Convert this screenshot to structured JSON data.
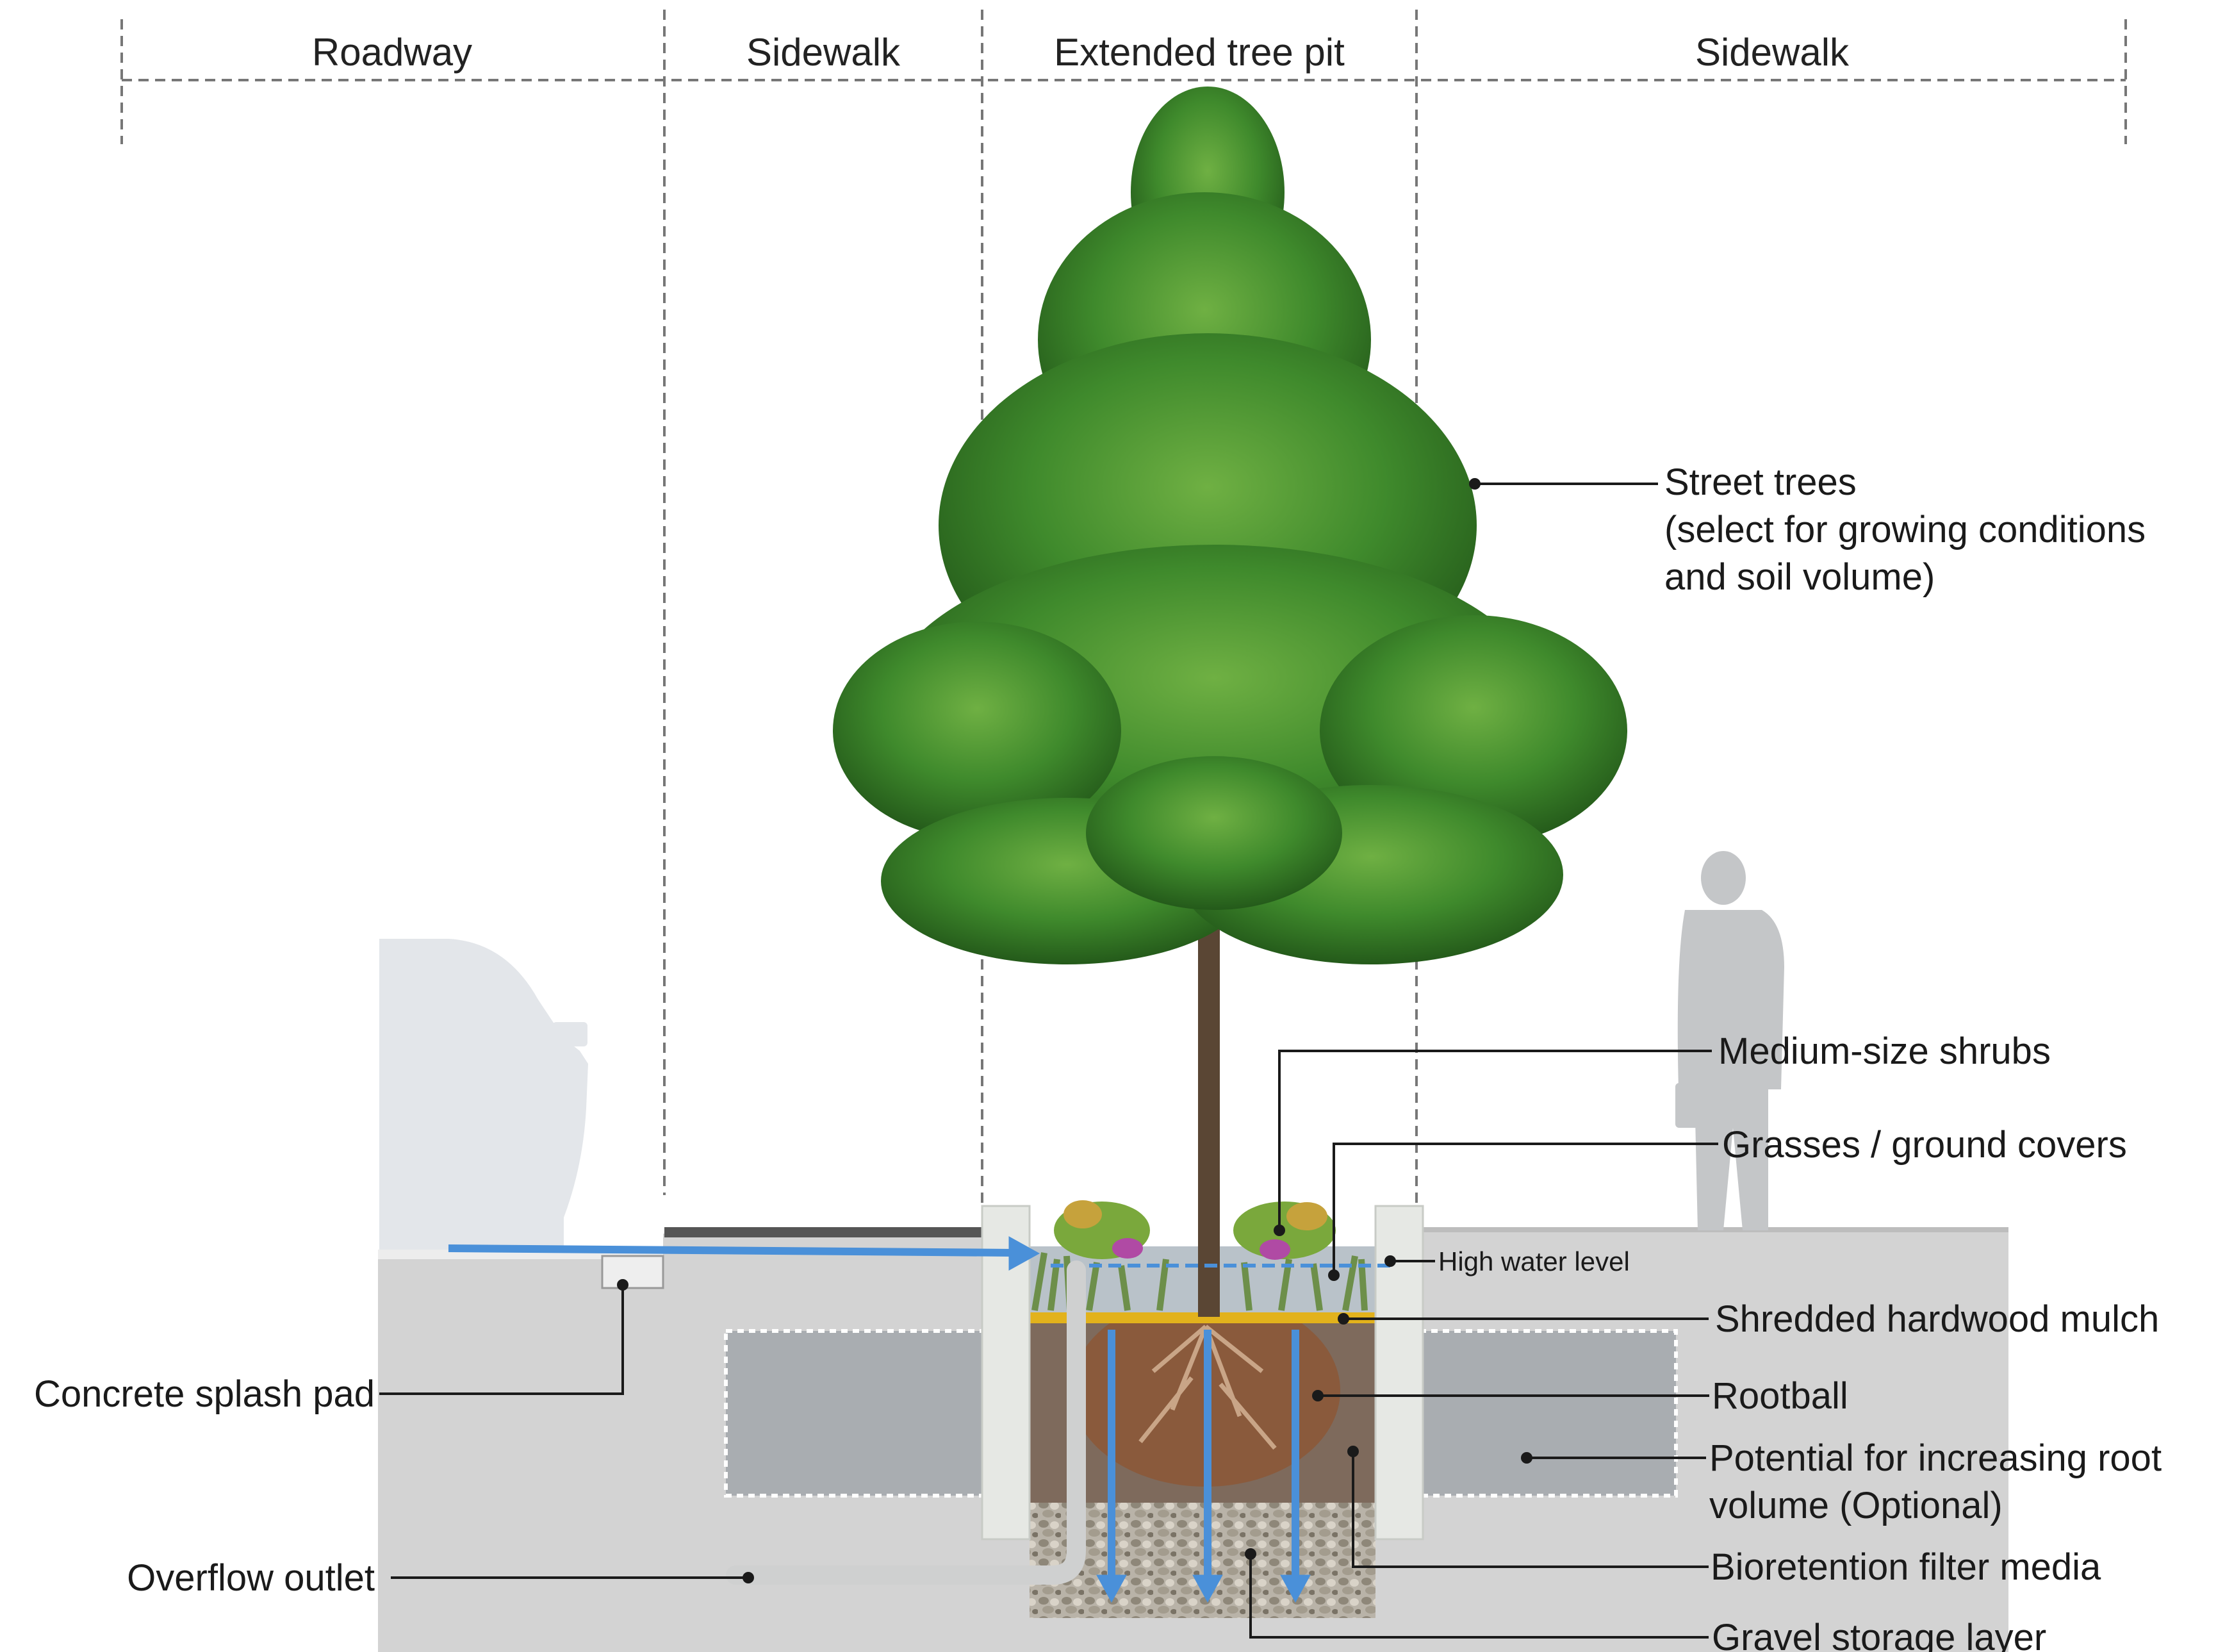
{
  "zones": {
    "roadway": "Roadway",
    "sidewalk_left": "Sidewalk",
    "tree_pit": "Extended tree pit",
    "sidewalk_right": "Sidewalk"
  },
  "callouts": {
    "street_trees": [
      "Street trees",
      "(select for growing conditions",
      "and soil volume)"
    ],
    "medium_shrubs": "Medium-size shrubs",
    "grasses": "Grasses / ground covers",
    "high_water_level": "High water level",
    "mulch": "Shredded hardwood mulch",
    "rootball": "Rootball",
    "root_volume": [
      "Potential for increasing root",
      "volume (Optional)"
    ],
    "filter_media": "Bioretention filter media",
    "gravel": "Gravel storage layer",
    "splash_pad": "Concrete splash pad",
    "overflow": "Overflow outlet"
  },
  "colors": {
    "water_flow": "#4a90d9",
    "mulch": "#e2b21c",
    "ground": "#d3d3d3",
    "soil_zone": "#a9adb1",
    "foliage": "#3f8a2c",
    "silhouette": "#c4c6c8"
  }
}
